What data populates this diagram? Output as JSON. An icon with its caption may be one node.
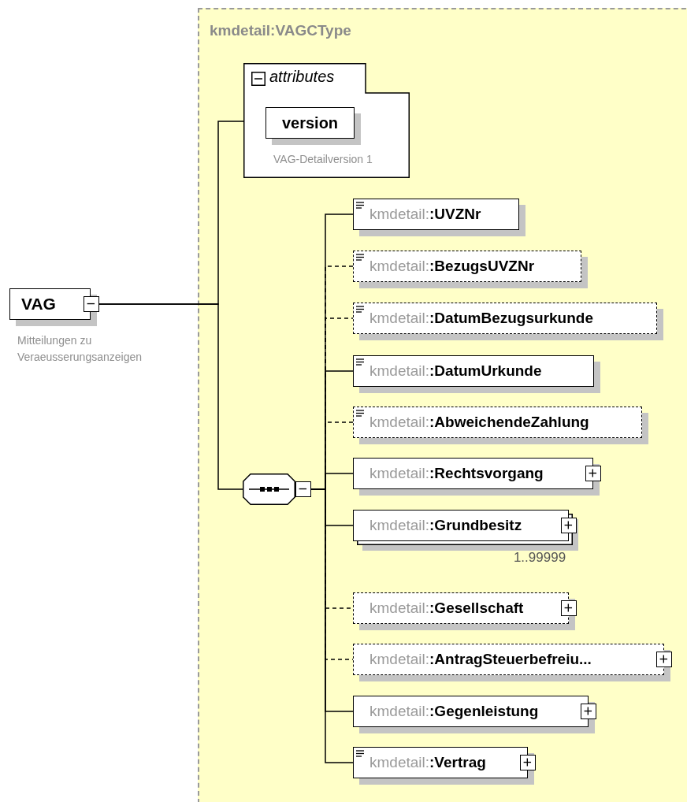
{
  "diagram": {
    "nodes": [
      {
        "text": [
          "VAG"
        ],
        "beside": [
          "Mitteilungen zu Veraeusserungsanzeigen"
        ]
      },
      {
        "text": [
          "kmdetail:VAGCType"
        ]
      },
      {
        "text": [
          "attributes"
        ],
        "in": 1
      },
      {
        "text": [
          "version"
        ],
        "in": 2,
        "beside": [
          "VAG-Detailversion 1"
        ]
      },
      {
        "text": [],
        "shape": "octagon",
        "in": 1
      },
      {
        "text": [
          "kmdetail:**:UVZNr**"
        ],
        "in": 1
      },
      {
        "text": [
          "kmdetail:**:BezugsUVZNr**"
        ],
        "in": 1
      },
      {
        "text": [
          "kmdetail:**:DatumBezugsurkunde**"
        ],
        "in": 1
      },
      {
        "text": [
          "kmdetail:**:DatumUrkunde**"
        ],
        "in": 1
      },
      {
        "text": [
          "kmdetail:**:AbweichendeZahlung**"
        ],
        "in": 1
      },
      {
        "text": [
          "kmdetail:**:Rechtsvorgang**"
        ],
        "in": 1
      },
      {
        "text": [
          "kmdetail:**:Grundbesitz**"
        ],
        "in": 1,
        "beside": [
          "1..99999"
        ]
      },
      {
        "text": [
          "kmdetail:**:Gesellschaft**"
        ],
        "in": 1
      },
      {
        "text": [
          "kmdetail:**:AntragSteuerbefreiu...**"
        ],
        "in": 1
      },
      {
        "text": [
          "kmdetail:**:Gegenleistung**"
        ],
        "in": 1
      },
      {
        "text": [
          "kmdetail:**:Vertrag**"
        ],
        "in": 1
      }
    ],
    "edges": [
      {
        "from": 0,
        "to": 2,
        "arrow": "none"
      },
      {
        "from": 0,
        "to": 4,
        "arrow": "none"
      },
      {
        "from": 4,
        "to": 5,
        "arrow": "none"
      },
      {
        "from": 4,
        "to": 6,
        "arrow": "none",
        "style": "dashed"
      },
      {
        "from": 4,
        "to": 7,
        "arrow": "none",
        "style": "dashed"
      },
      {
        "from": 4,
        "to": 8,
        "arrow": "none"
      },
      {
        "from": 4,
        "to": 9,
        "arrow": "none",
        "style": "dashed"
      },
      {
        "from": 4,
        "to": 10,
        "arrow": "none"
      },
      {
        "from": 4,
        "to": 11,
        "arrow": "none"
      },
      {
        "from": 4,
        "to": 12,
        "arrow": "none",
        "style": "dashed"
      },
      {
        "from": 4,
        "to": 13,
        "arrow": "none",
        "style": "dashed"
      },
      {
        "from": 4,
        "to": 14,
        "arrow": "none"
      },
      {
        "from": 4,
        "to": 15,
        "arrow": "none"
      }
    ]
  }
}
